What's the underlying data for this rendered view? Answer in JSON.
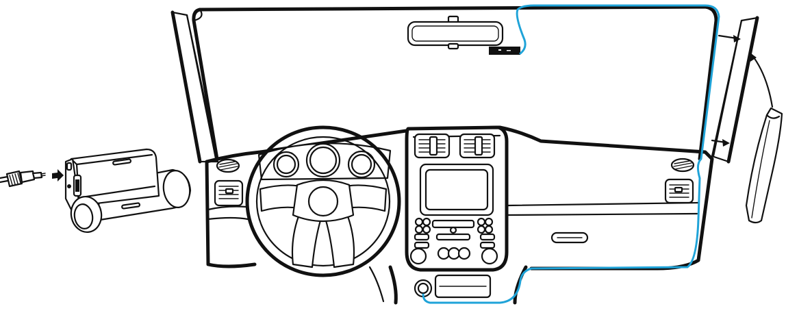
{
  "diagram": {
    "colors": {
      "line": "#111111",
      "background": "#ffffff",
      "cable": "#1fa3d8"
    },
    "components": [
      "dash-camera",
      "usb-power-cable",
      "rearview-mirror",
      "windshield",
      "a-pillar",
      "a-pillar-trim-panel",
      "dashboard",
      "steering-wheel",
      "center-console",
      "power-socket",
      "power-cable-route"
    ]
  }
}
